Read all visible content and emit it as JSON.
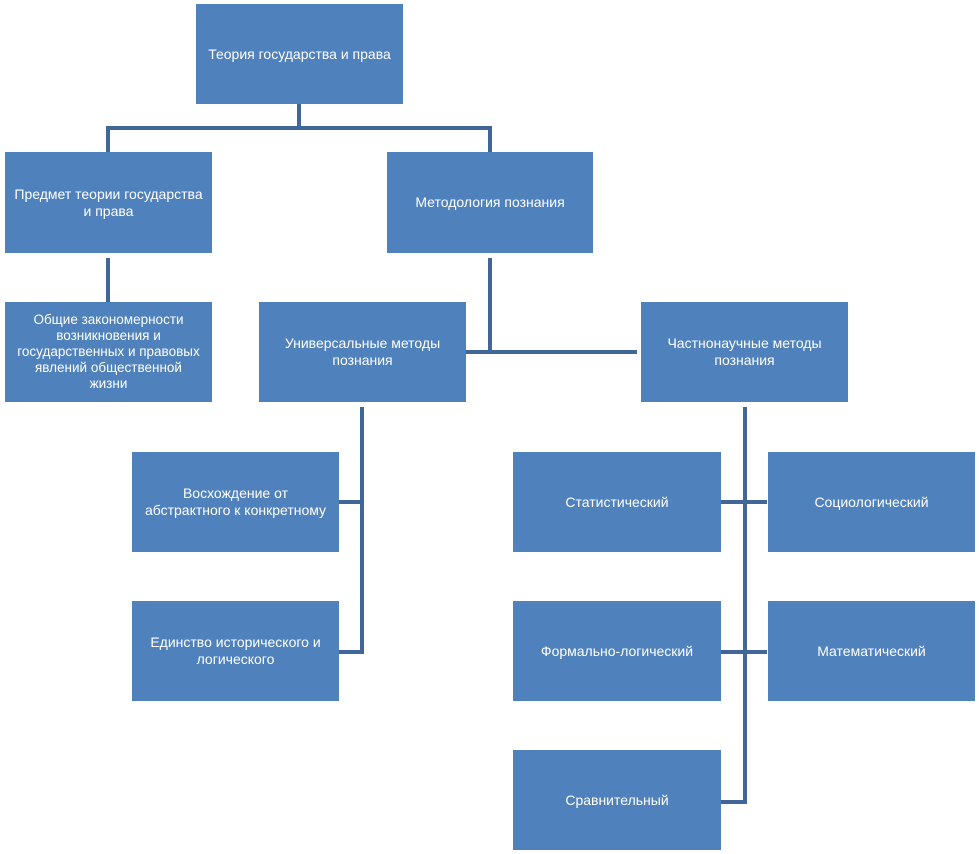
{
  "diagram": {
    "nodes": {
      "root": "Теория государства и права",
      "subject": "Предмет теории государства\nи права",
      "methodology": "Методология познания",
      "laws": "Общие закономерности\nвозникновения и\nгосударственных и правовых\nявлений общественной\nжизни",
      "universal": "Универсальные методы\nпознания",
      "special": "Частнонаучные методы\nпознания",
      "ascent": "Восхождение от\nабстрактного к конкретному",
      "unity": "Единство исторического и\nлогического",
      "statistical": "Статистический",
      "sociological": "Социологический",
      "formal_logical": "Формально-логический",
      "mathematical": "Математический",
      "comparative": "Сравнительный"
    },
    "colors": {
      "node_fill": "#4f81bd",
      "node_text": "#ffffff",
      "connector": "#41679a",
      "background": "#ffffff"
    }
  }
}
